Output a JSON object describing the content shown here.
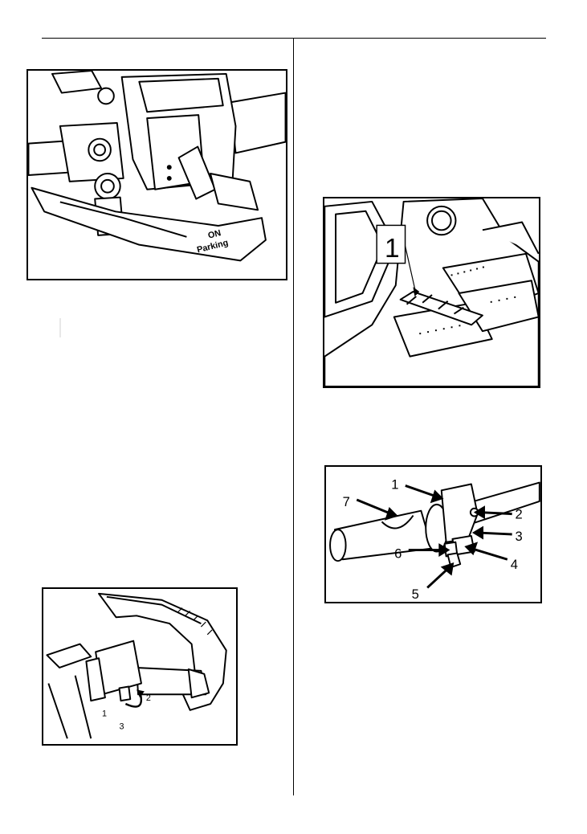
{
  "figure_brake_lever": {
    "lever_text_line1": "ON",
    "lever_text_line2": "Parking"
  },
  "figure_hand_guard": {
    "callouts": [
      "1",
      "2",
      "3"
    ]
  },
  "figure_footwell": {
    "callouts": [
      "1"
    ]
  },
  "figure_switch_housing": {
    "callouts": [
      "1",
      "2",
      "3",
      "4",
      "5",
      "6",
      "7"
    ]
  }
}
